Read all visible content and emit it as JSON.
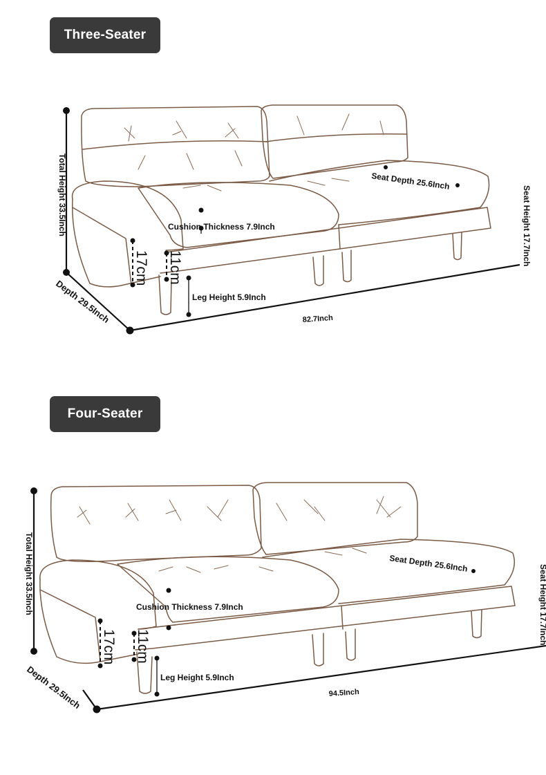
{
  "three_seater": {
    "title": "Three-Seater",
    "dimensions": {
      "total_height": "Total Height 33.5Inch",
      "seat_depth": "Seat Depth 25.6Inch",
      "seat_height": "Seat Height 17.7Inch",
      "cushion_thickness": "Cushion Thickness 7.9Inch",
      "arm_height": "17cm",
      "seat_to_base": "11cm",
      "leg_height": "Leg Height 5.9Inch",
      "depth": "Depth 29.5Inch",
      "width": "82.7Inch"
    }
  },
  "four_seater": {
    "title": "Four-Seater",
    "dimensions": {
      "total_height": "Total Height 33.5Inch",
      "seat_depth": "Seat Depth 25.6Inch",
      "seat_height": "Seat Height 17.7Inch",
      "cushion_thickness": "Cushion Thickness 7.9Inch",
      "arm_height": "17cm",
      "seat_to_base": "11cm",
      "leg_height": "Leg Height 5.9Inch",
      "depth": "Depth 29.5Inch",
      "width": "94.5Inch"
    }
  },
  "colors": {
    "badge": "#3a3a3a",
    "outline": "#7a5a45",
    "dimension": "#111111"
  }
}
